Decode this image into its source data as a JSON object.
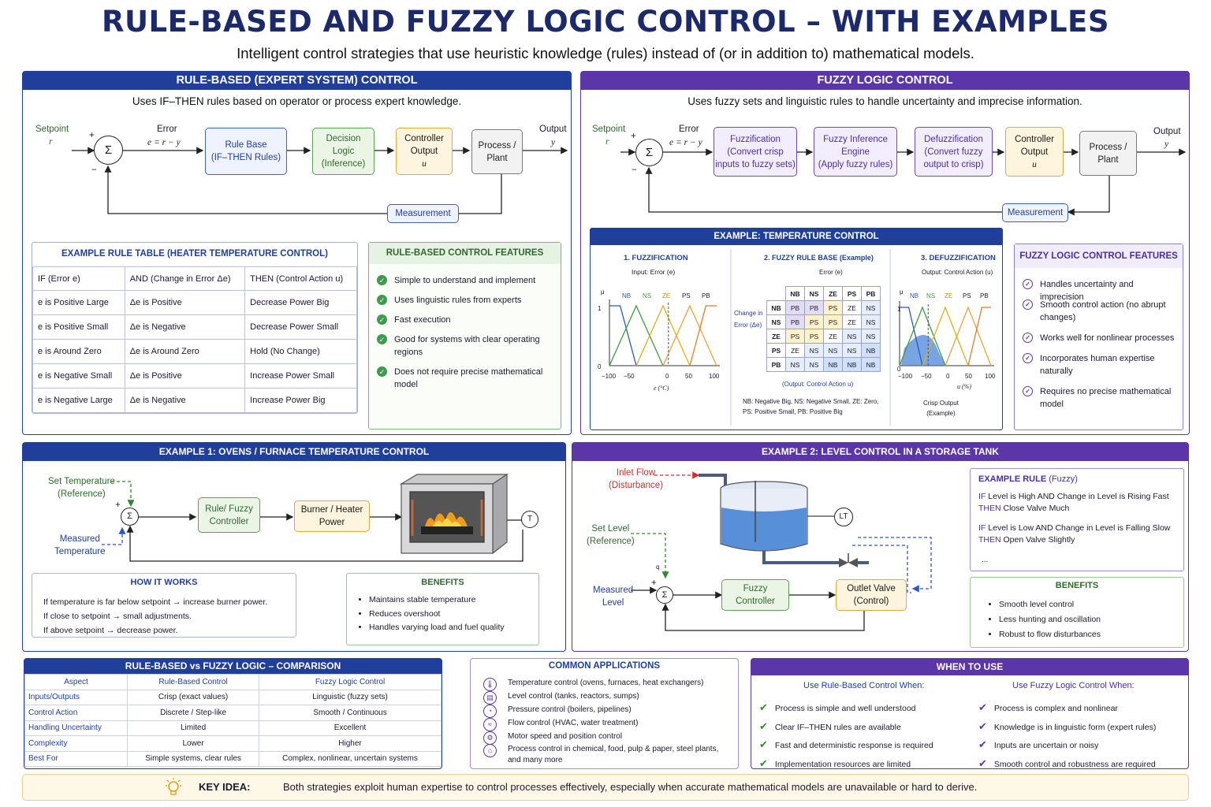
{
  "title": "RULE-BASED AND FUZZY LOGIC CONTROL – WITH EXAMPLES",
  "subtitle": "Intelligent control strategies that use heuristic knowledge (rules) instead of (or in addition to) mathematical models.",
  "rb": {
    "header": "RULE-BASED (EXPERT SYSTEM) CONTROL",
    "intro": "Uses IF–THEN rules based on operator or process expert knowledge.",
    "setpoint": "Setpoint",
    "setpoint_sym": "r",
    "error": "Error",
    "error_eq": "e = r − y",
    "plus": "+",
    "minus": "−",
    "sigma": "Σ",
    "rule_base": [
      "Rule Base",
      "(IF–THEN Rules)"
    ],
    "decision": [
      "Decision",
      "Logic",
      "(Inference)"
    ],
    "ctrl_out": [
      "Controller",
      "Output",
      "u"
    ],
    "process": [
      "Process /",
      "Plant"
    ],
    "output": "Output",
    "output_sym": "y",
    "measurement": "Measurement",
    "table_title": "EXAMPLE RULE TABLE (HEATER TEMPERATURE CONTROL)",
    "table_cols": [
      "IF (Error e)",
      "AND (Change in Error Δe)",
      "THEN (Control Action u)"
    ],
    "table_rows": [
      [
        "e is Positive Large",
        "Δe is Positive",
        "Decrease Power Big"
      ],
      [
        "e is Positive Small",
        "Δe is Negative",
        "Decrease Power Small"
      ],
      [
        "e is Around Zero",
        "Δe is Around Zero",
        "Hold (No Change)"
      ],
      [
        "e is Negative Small",
        "Δe is Positive",
        "Increase Power Small"
      ],
      [
        "e is Negative Large",
        "Δe is Negative",
        "Increase Power Big"
      ]
    ],
    "features_title": "RULE-BASED CONTROL FEATURES",
    "features": [
      "Simple to understand and implement",
      "Uses linguistic rules from experts",
      "Fast execution",
      "Good for systems with clear operating regions",
      "Does not require precise mathematical model"
    ]
  },
  "fz": {
    "header": "FUZZY LOGIC CONTROL",
    "intro": "Uses fuzzy sets and linguistic rules to handle uncertainty and imprecise information.",
    "setpoint": "Setpoint",
    "setpoint_sym": "r",
    "error": "Error",
    "error_eq": "e = r − y",
    "fuzzification": [
      "Fuzzification",
      "(Convert crisp",
      "inputs to fuzzy sets)"
    ],
    "inference": [
      "Fuzzy Inference",
      "Engine",
      "(Apply fuzzy rules)"
    ],
    "defuzz": [
      "Defuzzification",
      "(Convert fuzzy",
      "output to crisp)"
    ],
    "ctrl_out": [
      "Controller",
      "Output",
      "u"
    ],
    "process": [
      "Process /",
      "Plant"
    ],
    "output": "Output",
    "output_sym": "y",
    "measurement": "Measurement",
    "example_title": "EXAMPLE: TEMPERATURE CONTROL",
    "fuzz_title": "1. FUZZIFICATION",
    "fuzz_sub": "Input: Error (e)",
    "rule_title": "2. FUZZY RULE BASE (Example)",
    "rule_sub": "Error (e)",
    "defz_title": "3. DEFUZZIFICATION",
    "defz_sub": "Output: Control Action (u)",
    "mu": "μ",
    "one": "1",
    "zero": "0",
    "sets": [
      "NB",
      "NS",
      "ZE",
      "PS",
      "PB"
    ],
    "e_ticks": [
      "−100",
      "−50",
      "0",
      "50",
      "100"
    ],
    "e_axis": "e (°C)",
    "u_ticks": [
      "−100",
      "−50",
      "0",
      "50",
      "100"
    ],
    "u_axis": "u (%)",
    "crisp": [
      "Crisp Output",
      "(Example)"
    ],
    "change_label": [
      "Change in",
      "Error (Δe)"
    ],
    "matrix": [
      [
        "PB",
        "PB",
        "PS",
        "ZE",
        "NS"
      ],
      [
        "PB",
        "PS",
        "PS",
        "ZE",
        "NS"
      ],
      [
        "PS",
        "PS",
        "ZE",
        "NS",
        "NS"
      ],
      [
        "ZE",
        "NS",
        "NS",
        "NS",
        "NB"
      ],
      [
        "NS",
        "NS",
        "NB",
        "NB",
        "NB"
      ]
    ],
    "matrix_note": "(Output: Control Action u)",
    "legend": [
      "NB: Negative Big, NS: Negative Small, ZE: Zero,",
      "PS: Positive Small, PB: Positive Big"
    ],
    "features_title": "FUZZY LOGIC CONTROL FEATURES",
    "features": [
      "Handles uncertainty and imprecision",
      "Smooth control action (no abrupt changes)",
      "Works well for nonlinear processes",
      "Incorporates human expertise naturally",
      "Requires no precise mathematical model"
    ]
  },
  "ex1": {
    "header": "EXAMPLE 1: OVENS / FURNACE TEMPERATURE CONTROL",
    "set_temp": [
      "Set Temperature",
      "(Reference)"
    ],
    "measured": [
      "Measured",
      "Temperature"
    ],
    "controller": [
      "Rule/ Fuzzy",
      "Controller"
    ],
    "burner": [
      "Burner / Heater",
      "Power"
    ],
    "sensor": "T",
    "how_title": "HOW IT WORKS",
    "how": [
      "If temperature is far below setpoint → increase burner power.",
      "If close to setpoint → small adjustments.",
      "If above setpoint → decrease power."
    ],
    "benefits_title": "BENEFITS",
    "benefits": [
      "Maintains stable temperature",
      "Reduces overshoot",
      "Handles varying load and fuel quality"
    ]
  },
  "ex2": {
    "header": "EXAMPLE 2: LEVEL CONTROL IN A STORAGE TANK",
    "inlet": [
      "Inlet Flow",
      "(Disturbance)"
    ],
    "set_level": [
      "Set Level",
      "(Reference)"
    ],
    "measured": [
      "Measured",
      "Level"
    ],
    "lt": "LT",
    "stray": "q",
    "controller": [
      "Fuzzy",
      "Controller"
    ],
    "valve": [
      "Outlet Valve",
      "(Control)"
    ],
    "rule_title": "EXAMPLE RULE",
    "rule_title_suffix": "(Fuzzy)",
    "rule1": [
      "IF",
      "Level is High AND Change in Level is Rising Fast",
      "THEN",
      "Close Valve Much"
    ],
    "rule2": [
      "IF",
      "Level is Low AND Change in Level is Falling Slow",
      "THEN",
      "Open Valve Slightly"
    ],
    "ellipsis": "...",
    "benefits_title": "BENEFITS",
    "benefits": [
      "Smooth level control",
      "Less hunting and oscillation",
      "Robust to flow disturbances"
    ]
  },
  "cmp": {
    "header": "RULE-BASED vs FUZZY LOGIC – COMPARISON",
    "cols": [
      "Aspect",
      "Rule-Based Control",
      "Fuzzy Logic Control"
    ],
    "rows": [
      [
        "Inputs/Outputs",
        "Crisp (exact values)",
        "Linguistic (fuzzy sets)"
      ],
      [
        "Control Action",
        "Discrete / Step-like",
        "Smooth / Continuous"
      ],
      [
        "Handling Uncertainty",
        "Limited",
        "Excellent"
      ],
      [
        "Complexity",
        "Lower",
        "Higher"
      ],
      [
        "Best For",
        "Simple systems, clear rules",
        "Complex, nonlinear, uncertain systems"
      ]
    ]
  },
  "apps": {
    "header": "COMMON APPLICATIONS",
    "items": [
      "Temperature control (ovens, furnaces, heat exchangers)",
      "Level control (tanks, reactors, sumps)",
      "Pressure control (boilers, pipelines)",
      "Flow control (HVAC, water treatment)",
      "Motor speed and position control",
      "Process control in chemical, food, pulp & paper, steel plants, and many more"
    ],
    "icons": [
      "thermometer-icon",
      "tank-icon",
      "gauge-icon",
      "flow-icon",
      "motor-icon",
      "factory-icon"
    ]
  },
  "when": {
    "header": "WHEN TO USE",
    "rb_title": "Use Rule-Based Control When:",
    "rb_items": [
      "Process is simple and well understood",
      "Clear IF–THEN rules are available",
      "Fast and deterministic response is required",
      "Implementation resources are limited"
    ],
    "fz_title": "Use Fuzzy Logic Control When:",
    "fz_items": [
      "Process is complex and nonlinear",
      "Knowledge is in linguistic form (expert rules)",
      "Inputs are uncertain or noisy",
      "Smooth control and robustness are required"
    ]
  },
  "key": {
    "label": "KEY IDEA:",
    "text": "Both strategies exploit human expertise to control processes effectively, especially when accurate mathematical models are unavailable or hard to derive."
  },
  "colors": {
    "blue": "#1f3f9a",
    "purple": "#5b36a8",
    "green": "#3e9a4e",
    "nb": "#2a55c8",
    "ns": "#3f9a3f",
    "ze": "#d8b21e",
    "ps": "#e6a23a",
    "pb": "#e07b2a"
  }
}
